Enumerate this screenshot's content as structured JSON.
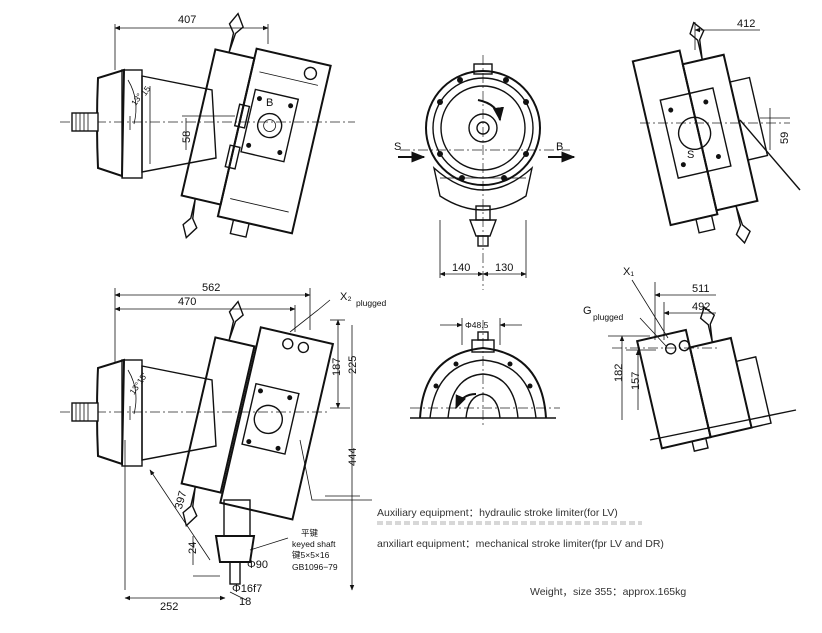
{
  "dimensions": {
    "d407": "407",
    "d412": "412",
    "d58": "58",
    "d59": "59",
    "d140": "140",
    "d130": "130",
    "d562": "562",
    "d470": "470",
    "d225": "225",
    "d187": "187",
    "d444": "444",
    "d397": "397",
    "d24": "24",
    "d252": "252",
    "d18": "18",
    "phi90": "Φ90",
    "phi16f7": "Φ16f7",
    "phi48_5": "Φ48.5",
    "d511": "511",
    "d492": "492",
    "d182": "182",
    "d157": "157",
    "angle_top": "13°",
    "angle_top2": "15",
    "angle_bottom": "13°15'"
  },
  "ports": {
    "B_top": "B",
    "S_front": "S",
    "B_front": "B",
    "S_side": "S",
    "X2": "X₂",
    "X2_note": "plugged",
    "X1": "X₁",
    "G": "G",
    "G_note": "plugged"
  },
  "shaft_key": {
    "cn1": "平键",
    "en": "keyed shaft",
    "cn2": "键5×5×16",
    "std": "GB1096−79"
  },
  "notes": {
    "aux_hydraulic": "Auxiliary equipment：hydraulic stroke limiter(for LV)",
    "aux_mechanical": "anxiliart equipment：mechanical stroke limiter(fpr LV and DR)",
    "weight": "Weight，size 355：approx.165kg"
  }
}
